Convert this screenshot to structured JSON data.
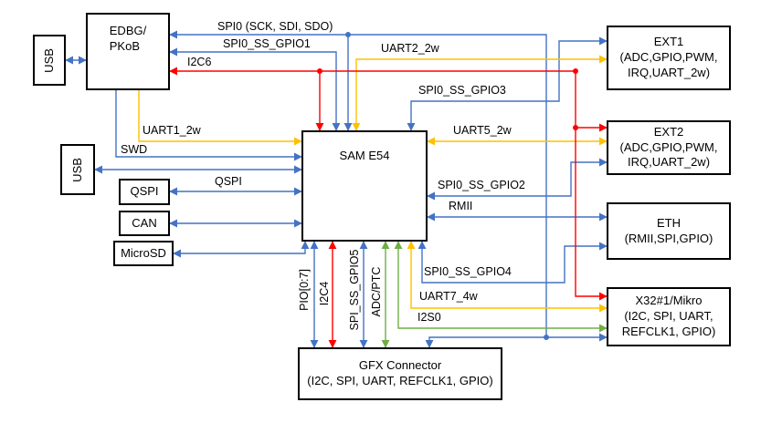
{
  "colors": {
    "blue": "#4472C4",
    "yellow": "#FFC000",
    "red": "#FF0000",
    "green": "#70AD47",
    "box_border": "#000000",
    "background": "#FFFFFF"
  },
  "boxes": {
    "usb_top": {
      "label": "USB"
    },
    "edbg": {
      "lines": [
        "EDBG/",
        "PKoB"
      ]
    },
    "usb_bottom": {
      "label": "USB"
    },
    "qspi": {
      "label": "QSPI"
    },
    "can": {
      "label": "CAN"
    },
    "microsd": {
      "label": "MicroSD"
    },
    "sam": {
      "label": "SAM E54"
    },
    "ext1": {
      "lines": [
        "EXT1",
        "(ADC,GPIO,PWM,",
        "IRQ,UART_2w)"
      ]
    },
    "ext2": {
      "lines": [
        "EXT2",
        "(ADC,GPIO,PWM,",
        "IRQ,UART_2w)"
      ]
    },
    "eth": {
      "lines": [
        "ETH",
        "(RMII,SPI,GPIO)"
      ]
    },
    "x32": {
      "lines": [
        "X32#1/Mikro",
        "(I2C, SPI, UART,",
        "REFCLK1, GPIO)"
      ]
    },
    "gfx": {
      "lines": [
        "GFX Connector",
        "(I2C, SPI, UART, REFCLK1, GPIO)"
      ]
    }
  },
  "signals": {
    "spi0": "SPI0 (SCK, SDI, SDO)",
    "spi0_ss_gpio1": "SPI0_SS_GPIO1",
    "i2c6": "I2C6",
    "uart2_2w": "UART2_2w",
    "spi0_ss_gpio3": "SPI0_SS_GPIO3",
    "uart1_2w": "UART1_2w",
    "swd": "SWD",
    "uart5_2w": "UART5_2w",
    "qspi": "QSPI",
    "spi0_ss_gpio2": "SPI0_SS_GPIO2",
    "rmii": "RMII",
    "spi0_ss_gpio4": "SPI0_SS_GPIO4",
    "uart7_4w": "UART7_4w",
    "i2s0": "I2S0",
    "pio": "PIO[0:7]",
    "i2c4": "I2C4",
    "spi_ss_gpio5": "SPI_SS_GPIO5",
    "adc_ptc": "ADC/PTC"
  }
}
